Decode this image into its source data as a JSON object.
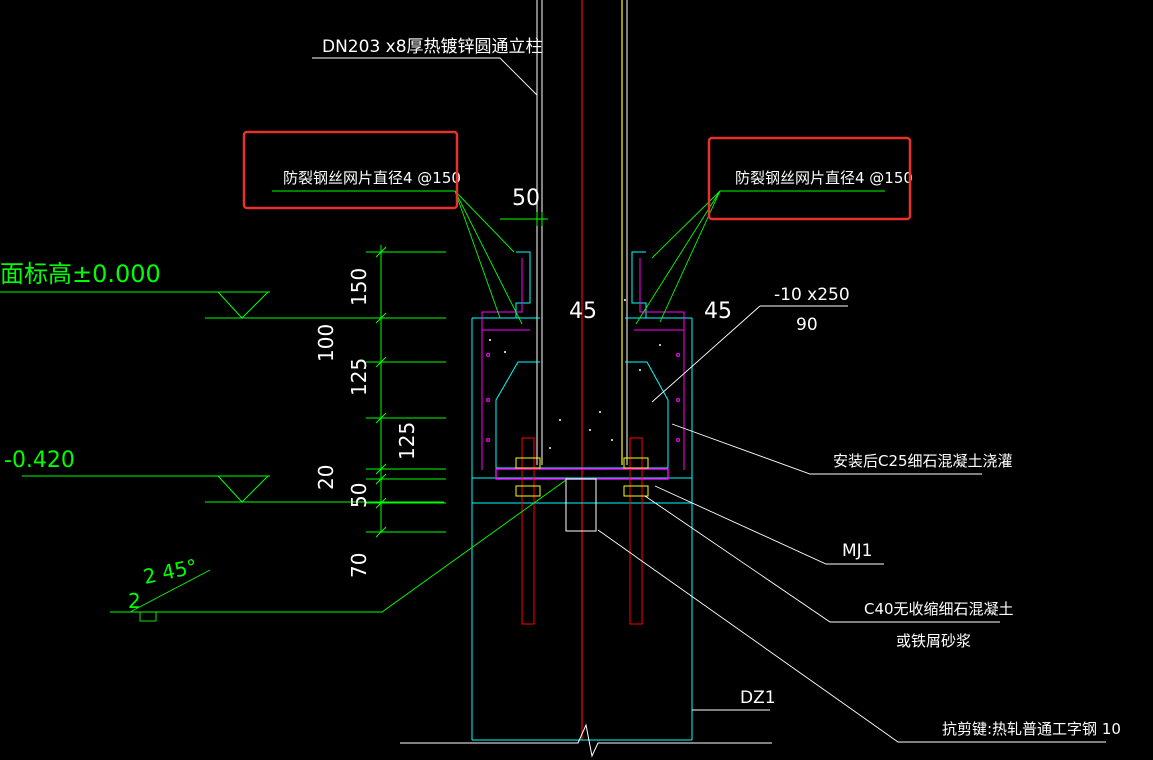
{
  "labels": {
    "column_note": "DN203 x8厚热镀锌圆通立柱",
    "mesh_left": "防裂钢丝网片直径4 @150",
    "mesh_right": "防裂钢丝网片直径4 @150",
    "elev_top": "面标高±0.000",
    "elev_low": "-0.420",
    "plate_top": "-10 x250",
    "plate_bottom": "90",
    "concrete_note": "安装后C25细石混凝土浇灌",
    "mj1": "MJ1",
    "grout_line1": "C40无收缩细石混凝土",
    "grout_line2": "或铁屑砂浆",
    "dz1": "DZ1",
    "shear_key": "抗剪键:热轧普通工字钢 10",
    "weld_angle": "2 45°",
    "weld_size": "2"
  },
  "dimensions": {
    "top_offset": "50",
    "gap_left": "45",
    "gap_right": "45",
    "vertical_stack": [
      "150",
      "100",
      "125",
      "125",
      "20",
      "50",
      "70"
    ]
  },
  "colors": {
    "background": "#000000",
    "green": "#00ff00",
    "white": "#ffffff",
    "cyan": "#00ffff",
    "magenta": "#ff00ff",
    "red": "#ff0000",
    "yellow": "#ffff00",
    "highlight_box": "#e8312a"
  }
}
